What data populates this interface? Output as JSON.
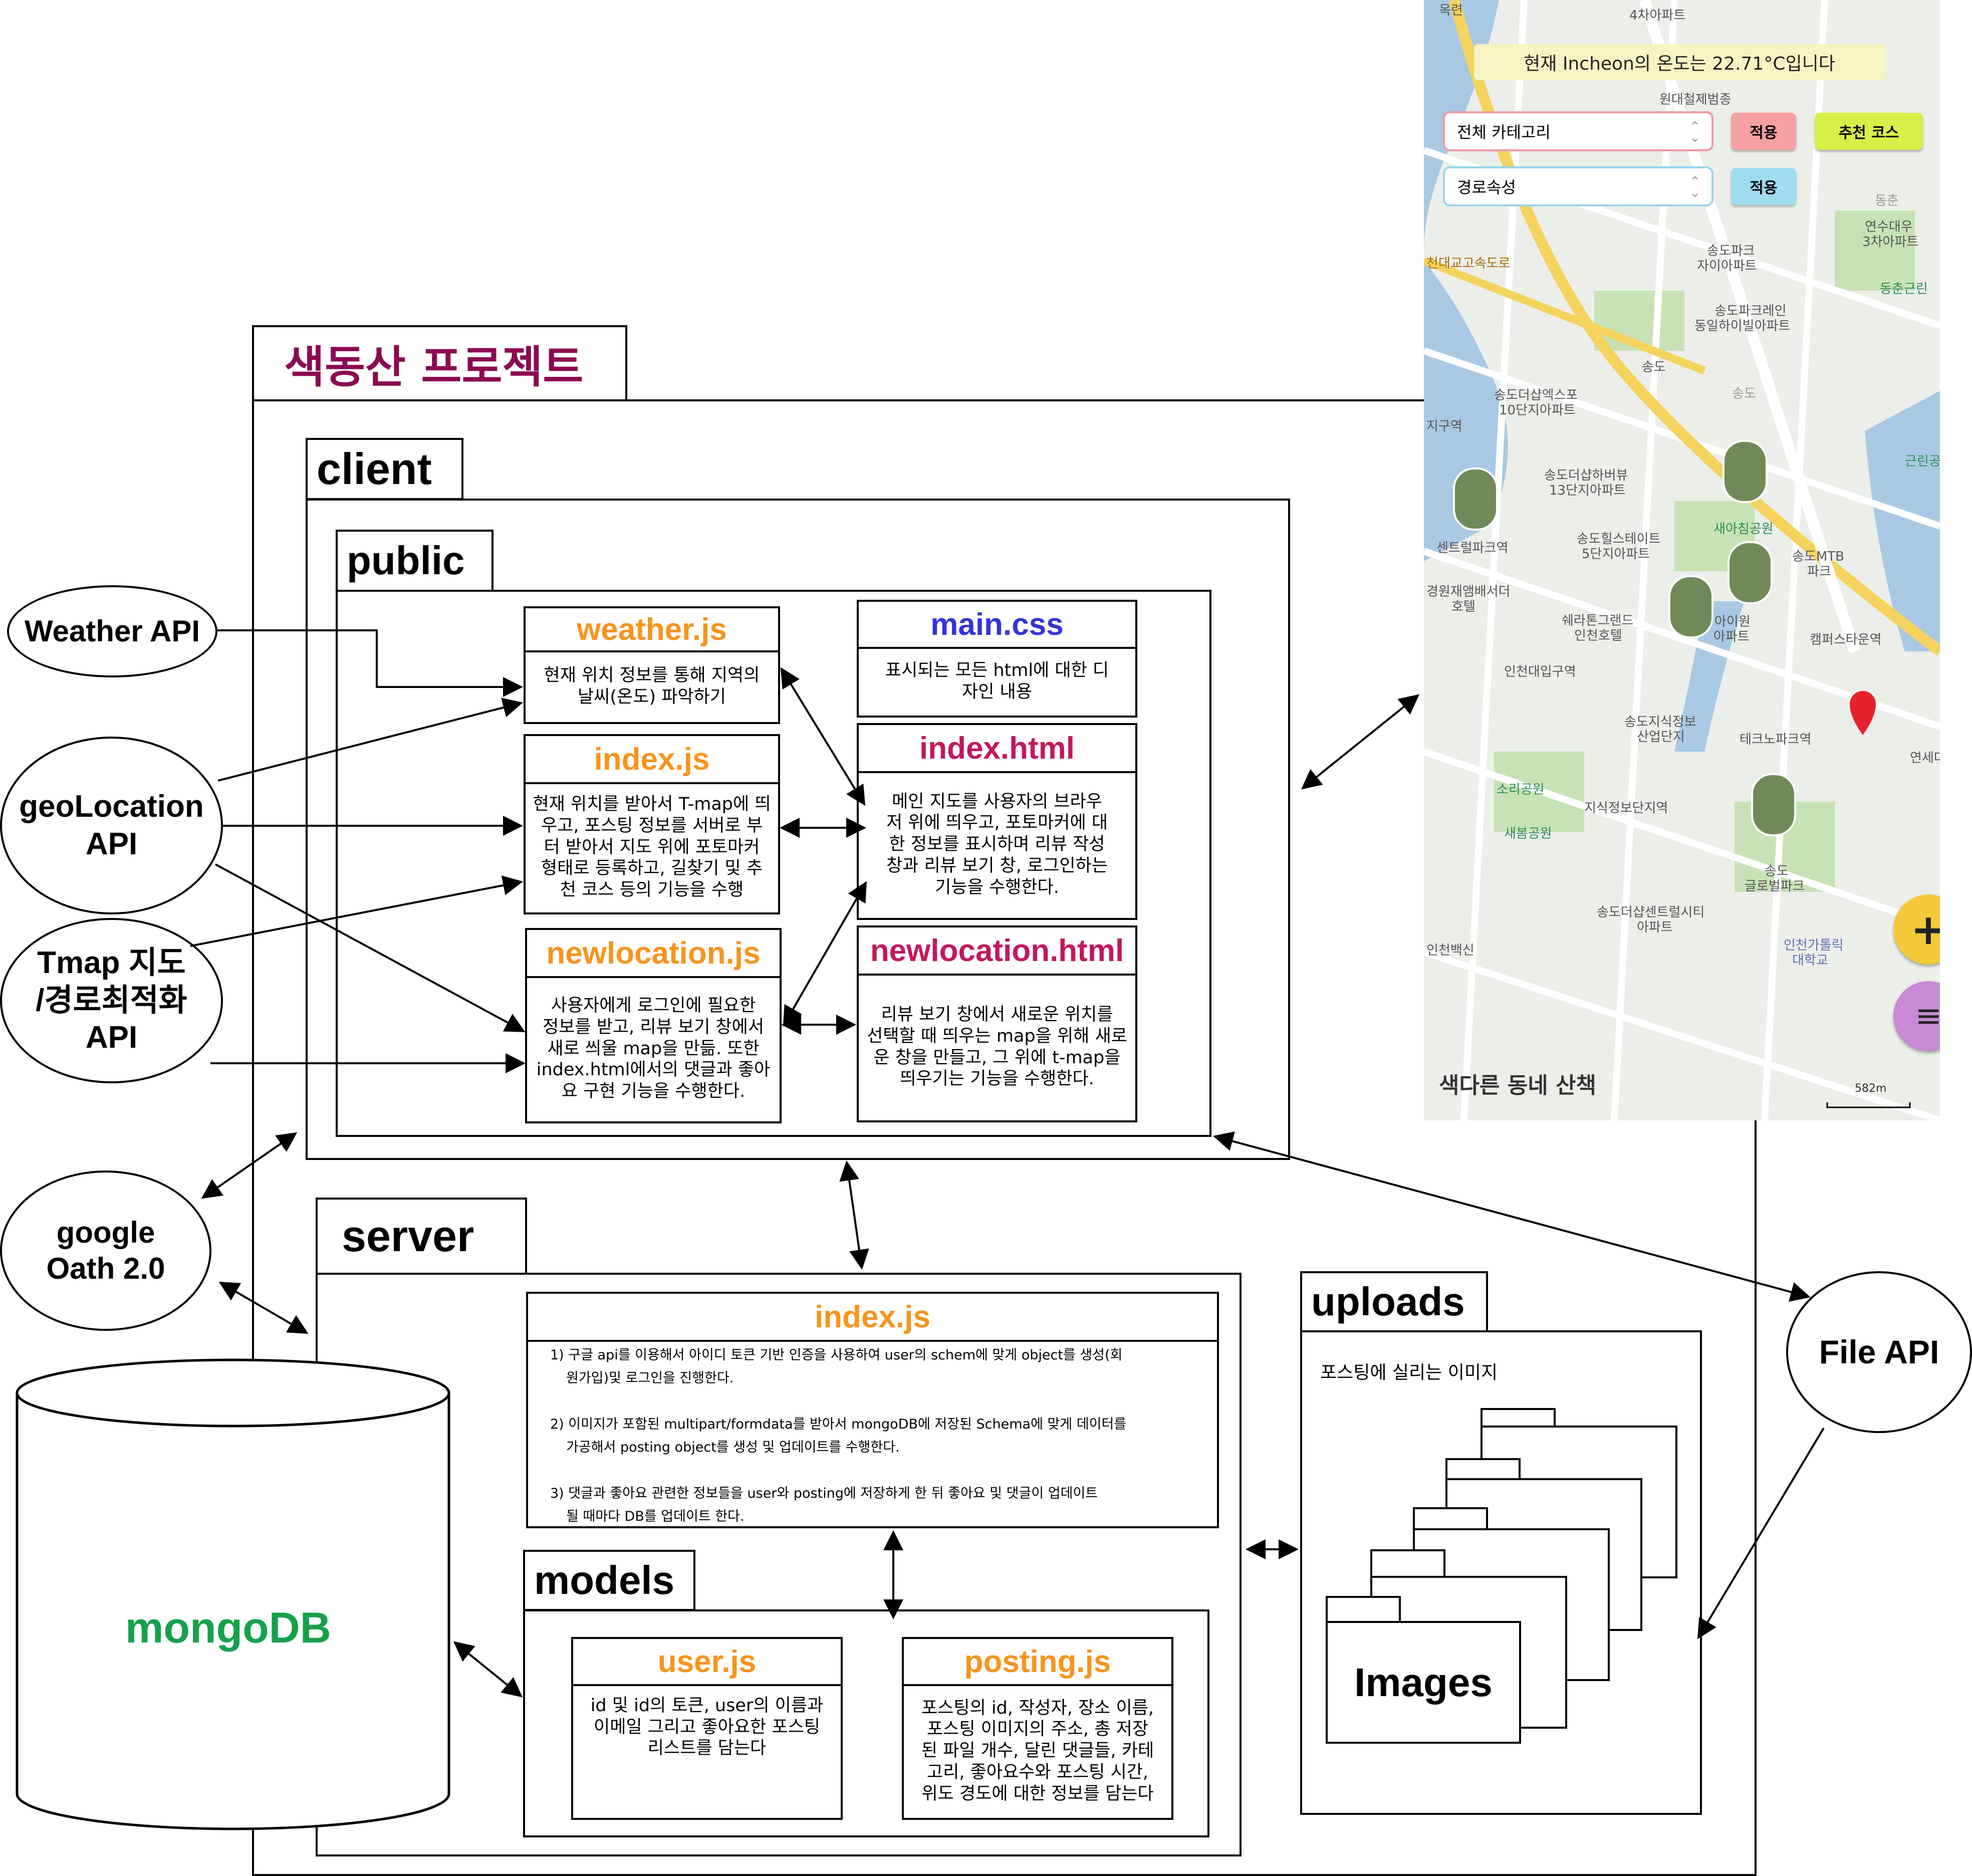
{
  "project": {
    "title": "색동산 프로젝트"
  },
  "client": {
    "label": "client",
    "public_label": "public",
    "files": {
      "weather_js": {
        "name": "weather.js",
        "desc": "현재 위치 정보를 통해 지역의\n날씨(온도) 파악하기"
      },
      "index_js": {
        "name": "index.js",
        "desc": "현재 위치를 받아서 T-map에 띄\n우고, 포스팅 정보를 서버로 부\n터 받아서 지도 위에 포토마커\n형태로 등록하고, 길찾기 및 추\n천 코스 등의 기능을 수행"
      },
      "newlocation_js": {
        "name": "newlocation.js",
        "desc": "사용자에게 로그인에 필요한\n정보를 받고, 리뷰 보기 창에서\n새로 씌울 map을 만듦. 또한\nindex.html에서의 댓글과 좋아\n요 구현 기능을 수행한다."
      },
      "main_css": {
        "name": "main.css",
        "desc": "표시되는 모든 html에 대한 디\n자인 내용"
      },
      "index_html": {
        "name": "index.html",
        "desc": "메인 지도를 사용자의 브라우\n저 위에 띄우고, 포토마커에 대\n한 정보를 표시하며 리뷰 작성\n창과 리뷰 보기 창, 로그인하는\n기능을 수행한다."
      },
      "newlocation_html": {
        "name": "newlocation.html",
        "desc": "리뷰 보기 창에서 새로운 위치를\n선택할 때 띄우는 map을 위해 새로\n운 창을 만들고, 그 위에 t-map을\n띄우기는 기능을 수행한다."
      }
    }
  },
  "server": {
    "label": "server",
    "index_js": {
      "name": "index.js",
      "items": [
        "1) 구글 api를 이용해서 아이디 토큰 기반 인증을 사용하여 user의 schem에 맞게 object를 생성(회\n원가입)및 로그인을 진행한다.",
        "2) 이미지가 포함된 multipart/formdata를 받아서 mongoDB에 저장된 Schema에 맞게 데이터를\n가공해서 posting object를 생성 및 업데이트를 수행한다.",
        "3) 댓글과 좋아요 관련한 정보들을 user와 posting에 저장하게 한 뒤 좋아요 및 댓글이 업데이트\n될 때마다 DB를 업데이트 한다."
      ]
    },
    "models_label": "models",
    "user_js": {
      "name": "user.js",
      "desc": "id 및 id의 토큰, user의 이름과\n이메일 그리고 좋아요한 포스팅\n리스트를 담는다"
    },
    "posting_js": {
      "name": "posting.js",
      "desc": "포스팅의 id, 작성자, 장소 이름,\n포스팅 이미지의 주소, 총 저장\n된 파일 개수, 달린 댓글들, 카테\n고리, 좋아요수와 포스팅 시간,\n위도 경도에 대한 정보를 담는다"
    }
  },
  "uploads": {
    "label": "uploads",
    "desc": "포스팅에 실리는 이미지",
    "images_label": "Images"
  },
  "external": {
    "weather_api": "Weather API",
    "geolocation_api": "geoLocation\nAPI",
    "tmap_api": "Tmap 지도\n/경로최적화\nAPI",
    "google_oauth": "google\nOath 2.0",
    "file_api": "File API",
    "mongodb": "mongoDB"
  },
  "map": {
    "weather_banner": "현재 Incheon의 온도는 22.71°C입니다",
    "category_select": "전체 카테고리",
    "route_select": "경로속성",
    "apply_button_1": "적용",
    "apply_button_2": "적용",
    "recommend_button": "추천 코스",
    "brand": "색다른 동네 산책",
    "scale": "582m",
    "places": [
      "4차아파트",
      "원대철제범종",
      "송도파크",
      "자이아파트",
      "연수대우",
      "3차아파트",
      "송도파크레인",
      "동일하이빌아파트",
      "동춘근린",
      "송도더샵엑스포",
      "10단지아파트",
      "송도더샵하버뷰",
      "13단지아파트",
      "새아침공원",
      "송도힐스테이트",
      "5단지아파트",
      "센트럴파크역",
      "송도MTB",
      "파크",
      "근린공",
      "쉐라톤그랜드",
      "인천호텔",
      "경원재앰배서더",
      "호텔",
      "캠퍼스타운역",
      "인천대입구역",
      "송도지식정보",
      "산업단지",
      "테크노파크역",
      "소리공원",
      "새봄공원",
      "지식정보단지역",
      "송도",
      "글로벌파크",
      "송도더샵센트럴시티",
      "아파트",
      "인천가톨릭",
      "대학교",
      "인천백신",
      "지구역",
      "아이원",
      "아파트",
      "연세대",
      "천대교고속도로",
      "송도",
      "옥련",
      "동춘",
      "송도"
    ]
  },
  "colors": {
    "title": "#8b0a50",
    "orange": "#f7941d",
    "blue": "#3333dd",
    "magenta": "#c2185b",
    "green": "#16a04a",
    "map_bg": "#eceeea",
    "water": "#a9c8e4",
    "road_yellow": "#f4d35e",
    "park": "#c7e3b5"
  }
}
